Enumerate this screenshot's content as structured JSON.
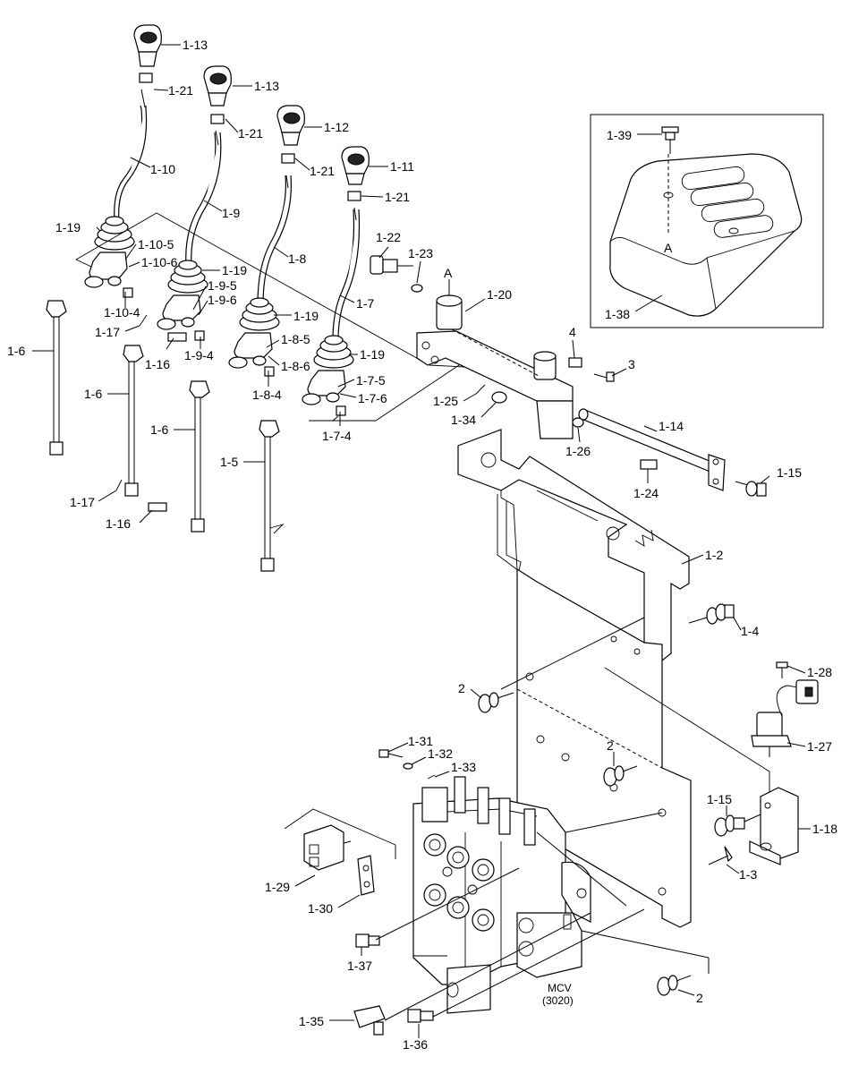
{
  "labels": {
    "l_1_13a": "1-13",
    "l_1_21a": "1-21",
    "l_1_13b": "1-13",
    "l_1_21b": "1-21",
    "l_1_12": "1-12",
    "l_1_21c": "1-21",
    "l_1_11": "1-11",
    "l_1_21d": "1-21",
    "l_1_10": "1-10",
    "l_1_9": "1-9",
    "l_1_8": "1-8",
    "l_1_7": "1-7",
    "l_1_19a": "1-19",
    "l_1_19b": "1-19",
    "l_1_19c": "1-19",
    "l_1_19d": "1-19",
    "l_1_10_5": "1-10-5",
    "l_1_10_6": "1-10-6",
    "l_1_10_4": "1-10-4",
    "l_1_9_5": "1-9-5",
    "l_1_9_6": "1-9-6",
    "l_1_9_4": "1-9-4",
    "l_1_8_5": "1-8-5",
    "l_1_8_6": "1-8-6",
    "l_1_8_4": "1-8-4",
    "l_1_7_5": "1-7-5",
    "l_1_7_6": "1-7-6",
    "l_1_7_4": "1-7-4",
    "l_1_17a": "1-17",
    "l_1_16a": "1-16",
    "l_1_17b": "1-17",
    "l_1_16b": "1-16",
    "l_1_6a": "1-6",
    "l_1_6b": "1-6",
    "l_1_6c": "1-6",
    "l_1_5": "1-5",
    "l_1_22": "1-22",
    "l_1_23": "1-23",
    "l_A1": "A",
    "l_1_20": "1-20",
    "l_4a": "4",
    "l_3": "3",
    "l_1_25": "1-25",
    "l_1_34": "1-34",
    "l_1_26": "1-26",
    "l_1_14": "1-14",
    "l_1_24": "1-24",
    "l_1_15a": "1-15",
    "l_1_2": "1-2",
    "l_1_4": "1-4",
    "l_2a": "2",
    "l_1_28": "1-28",
    "l_1_27": "1-27",
    "l_1_31": "1-31",
    "l_1_32": "1-32",
    "l_1_33": "1-33",
    "l_2b": "2",
    "l_1_15b": "1-15",
    "l_1_18": "1-18",
    "l_1_3": "1-3",
    "l_1_29": "1-29",
    "l_1_30": "1-30",
    "l_1_37": "1-37",
    "l_mcv1": "MCV",
    "l_mcv2": "(3020)",
    "l_2c": "2",
    "l_1_35": "1-35",
    "l_1_36": "1-36",
    "l_1_39": "1-39",
    "l_A2": "A",
    "l_1_38": "1-38"
  }
}
